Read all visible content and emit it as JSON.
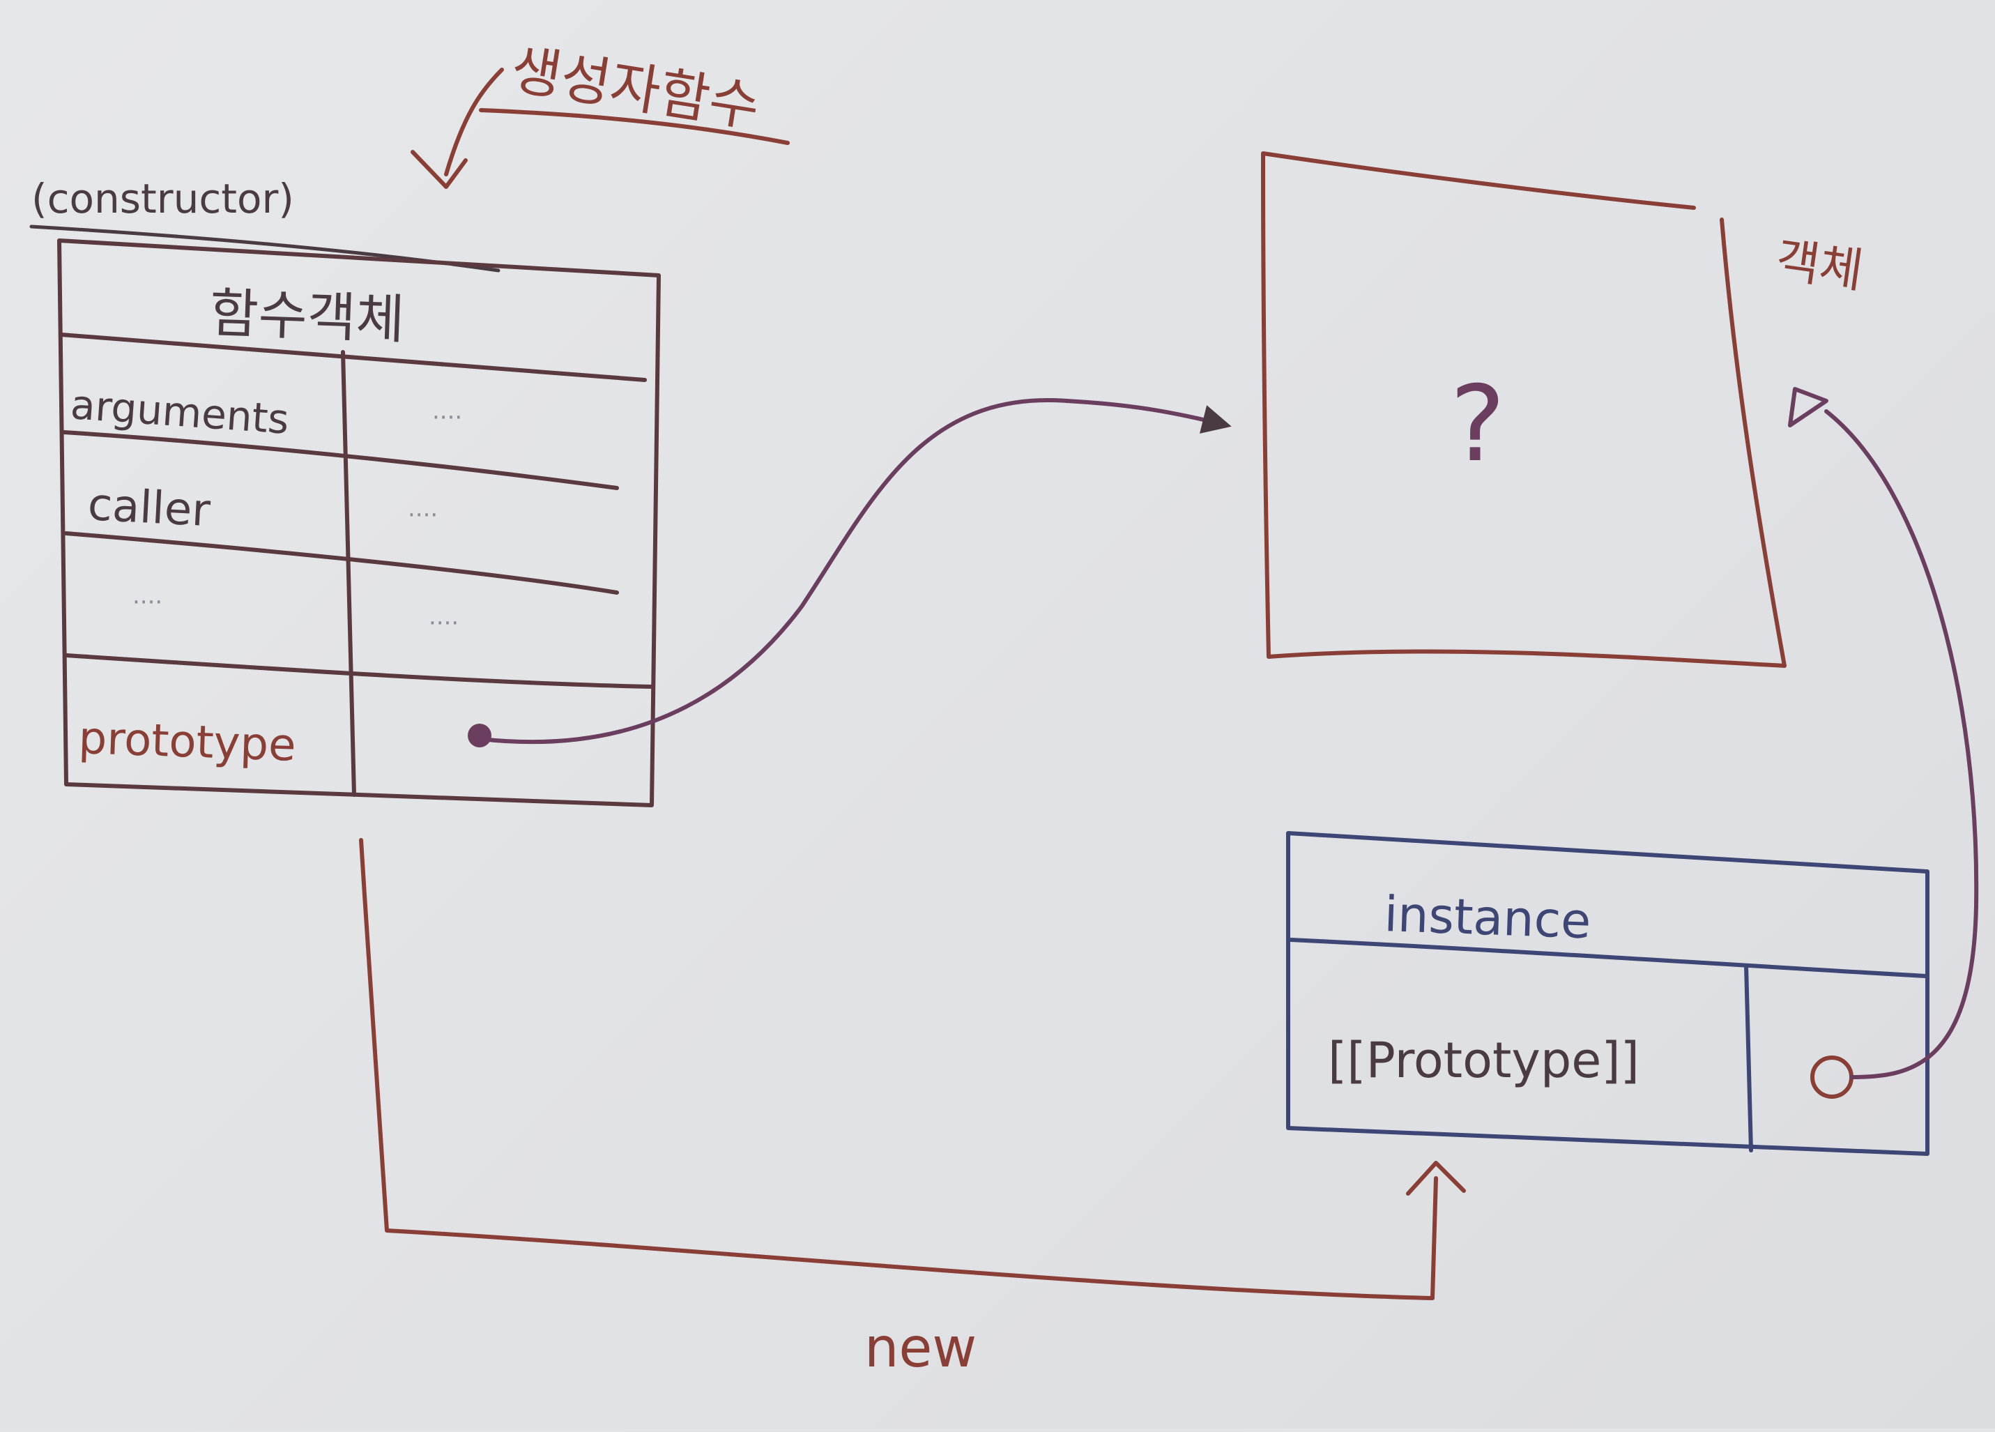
{
  "colors": {
    "brown": "#8a3f36",
    "navy": "#3e4676",
    "purple": "#6b3e60",
    "dark": "#4a3a44"
  },
  "constructor_note": {
    "title": "생성자함수",
    "parenthetical": "(constructor)"
  },
  "function_object": {
    "title": "함수객체",
    "rows": [
      {
        "key": "arguments",
        "value": "····"
      },
      {
        "key": "caller",
        "value": "····"
      },
      {
        "key": "····",
        "value": "····"
      },
      {
        "key": "prototype",
        "value": ""
      }
    ]
  },
  "prototype_object": {
    "label": "객체",
    "content": "?"
  },
  "instance": {
    "title": "instance",
    "slot_key": "[[Prototype]]",
    "slot_value": ""
  },
  "new_edge": {
    "label": "new"
  }
}
